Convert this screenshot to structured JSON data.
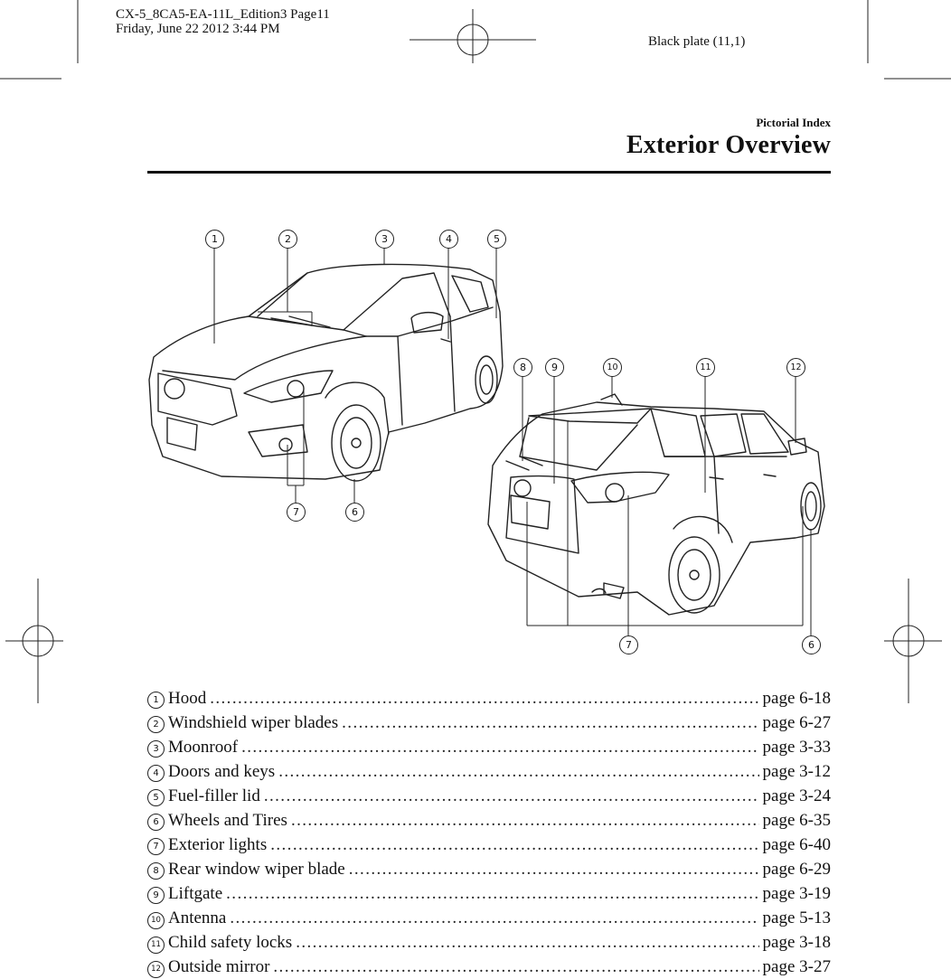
{
  "header": {
    "file_line": "CX-5_8CA5-EA-11L_Edition3 Page11",
    "date_line": "Friday, June 22 2012 3:44 PM",
    "plate": "Black plate (11,1)"
  },
  "section": {
    "subtitle": "Pictorial Index",
    "title": "Exterior Overview"
  },
  "figure_callouts": {
    "c1": "1",
    "c2": "2",
    "c3": "3",
    "c4": "4",
    "c5": "5",
    "c6a": "6",
    "c7a": "7",
    "c8": "8",
    "c9": "9",
    "c10": "10",
    "c11": "11",
    "c12": "12",
    "c7b": "7",
    "c6b": "6"
  },
  "index": [
    {
      "num": "1",
      "label": "Hood",
      "page": "page 6-18"
    },
    {
      "num": "2",
      "label": "Windshield wiper blades",
      "page": "page 6-27"
    },
    {
      "num": "3",
      "label": "Moonroof",
      "page": "page 3-33"
    },
    {
      "num": "4",
      "label": "Doors and keys",
      "page": "page 3-12"
    },
    {
      "num": "5",
      "label": "Fuel-filler lid",
      "page": "page 3-24"
    },
    {
      "num": "6",
      "label": "Wheels and Tires",
      "page": "page 6-35"
    },
    {
      "num": "7",
      "label": "Exterior lights",
      "page": "page 6-40"
    },
    {
      "num": "8",
      "label": "Rear window wiper blade",
      "page": "page 6-29"
    },
    {
      "num": "9",
      "label": "Liftgate",
      "page": "page 3-19"
    },
    {
      "num": "10",
      "label": "Antenna",
      "page": "page 5-13"
    },
    {
      "num": "11",
      "label": "Child safety locks",
      "page": "page 3-18"
    },
    {
      "num": "12",
      "label": "Outside mirror",
      "page": "page 3-27"
    }
  ]
}
